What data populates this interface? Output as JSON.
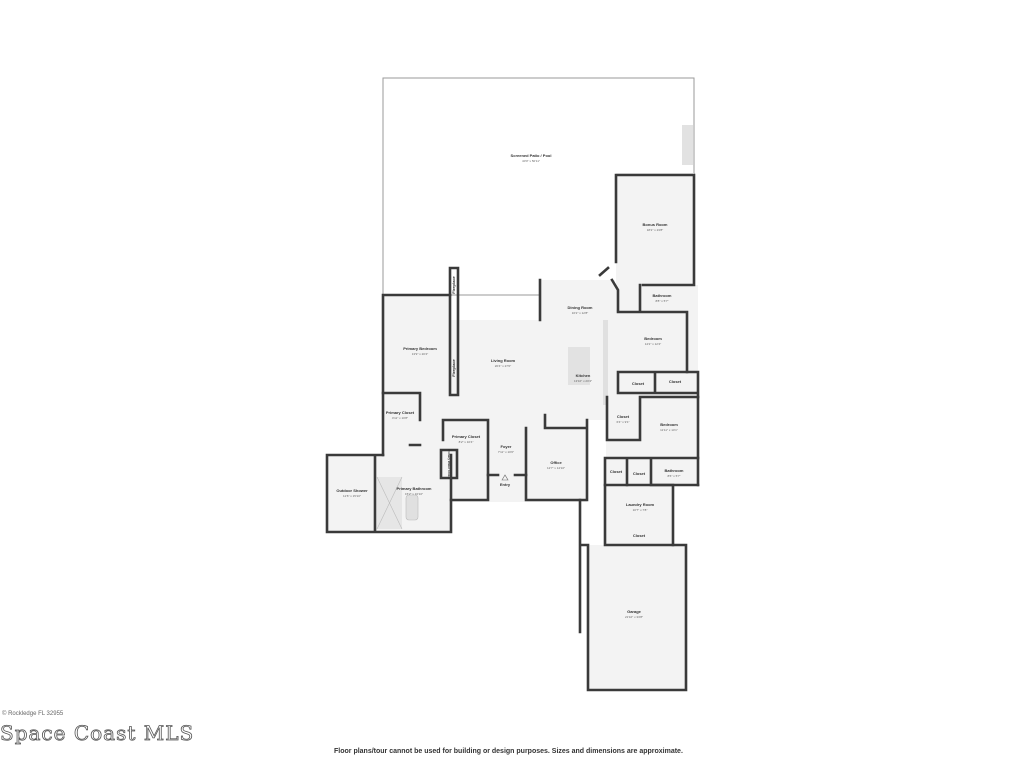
{
  "floorplan": {
    "rooms": [
      {
        "name": "Screened Patio / Pool",
        "dim": "40'0\" x 50'11\""
      },
      {
        "name": "Bonus Room",
        "dim": "18'2\" x 23'8\""
      },
      {
        "name": "Bathroom",
        "dim": "8'8\" x 5'7\""
      },
      {
        "name": "Dining Room",
        "dim": "16'2\" x 12'8\""
      },
      {
        "name": "Primary Bedroom",
        "dim": "13'9\" x 20'4\""
      },
      {
        "name": "Living Room",
        "dim": "20'4\" x 27'0\""
      },
      {
        "name": "Kitchen",
        "dim": "13'10\" x 20'4\""
      },
      {
        "name": "Bedroom",
        "dim": "14'2\" x 12'4\""
      },
      {
        "name": "Closet",
        "dim": ""
      },
      {
        "name": "Closet",
        "dim": ""
      },
      {
        "name": "Closet",
        "dim": "6'4\" x 9'1\""
      },
      {
        "name": "Bedroom",
        "dim": "11'11\" x 14'1\""
      },
      {
        "name": "Primary Closet",
        "dim": "4'11\" x 10'8\""
      },
      {
        "name": "Primary Closet",
        "dim": "8'2\" x 10'4\""
      },
      {
        "name": "Foyer",
        "dim": "7'11\" x 10'0\""
      },
      {
        "name": "Office",
        "dim": "12'7\" x 14'10\""
      },
      {
        "name": "Closet",
        "dim": ""
      },
      {
        "name": "Closet",
        "dim": ""
      },
      {
        "name": "Bathroom",
        "dim": "8'6\" x 5'7\""
      },
      {
        "name": "Outdoor Shower",
        "dim": "11'6\" x 15'10\""
      },
      {
        "name": "Primary Bathroom",
        "dim": "15'2\" x 16'10\""
      },
      {
        "name": "Laundry Room",
        "dim": "10'7\" x 7'8\""
      },
      {
        "name": "Closet",
        "dim": ""
      },
      {
        "name": "Garage",
        "dim": "21'10\" x 33'8\""
      }
    ],
    "fireplace_label": "Fireplace",
    "water_closet_label": "Primary Water Closet",
    "entry_label": "Entry"
  },
  "footer": {
    "disclaimer": "Floor plans/tour cannot be used for building or design purposes. Sizes and dimensions are approximate.",
    "watermark": "Space Coast MLS",
    "watermark_small": "© Rockledge FL 32955"
  }
}
